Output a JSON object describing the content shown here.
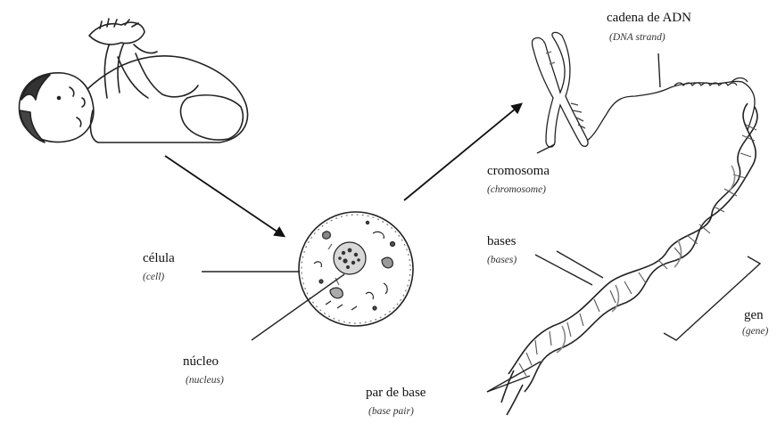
{
  "labels": {
    "dna_strand": {
      "label": "cadena de ADN",
      "english": "(DNA strand)"
    },
    "chromosome": {
      "label": "cromosoma",
      "english": "(chromosome)"
    },
    "bases": {
      "label": "bases",
      "english": "(bases)"
    },
    "cell": {
      "label": "célula",
      "english": "(cell)"
    },
    "gene": {
      "label": "gen",
      "english": "(gene)"
    },
    "nucleus": {
      "label": "núcleo",
      "english": "(nucleus)"
    },
    "base_pair": {
      "label": "par de base",
      "english": "(base pair)"
    }
  }
}
